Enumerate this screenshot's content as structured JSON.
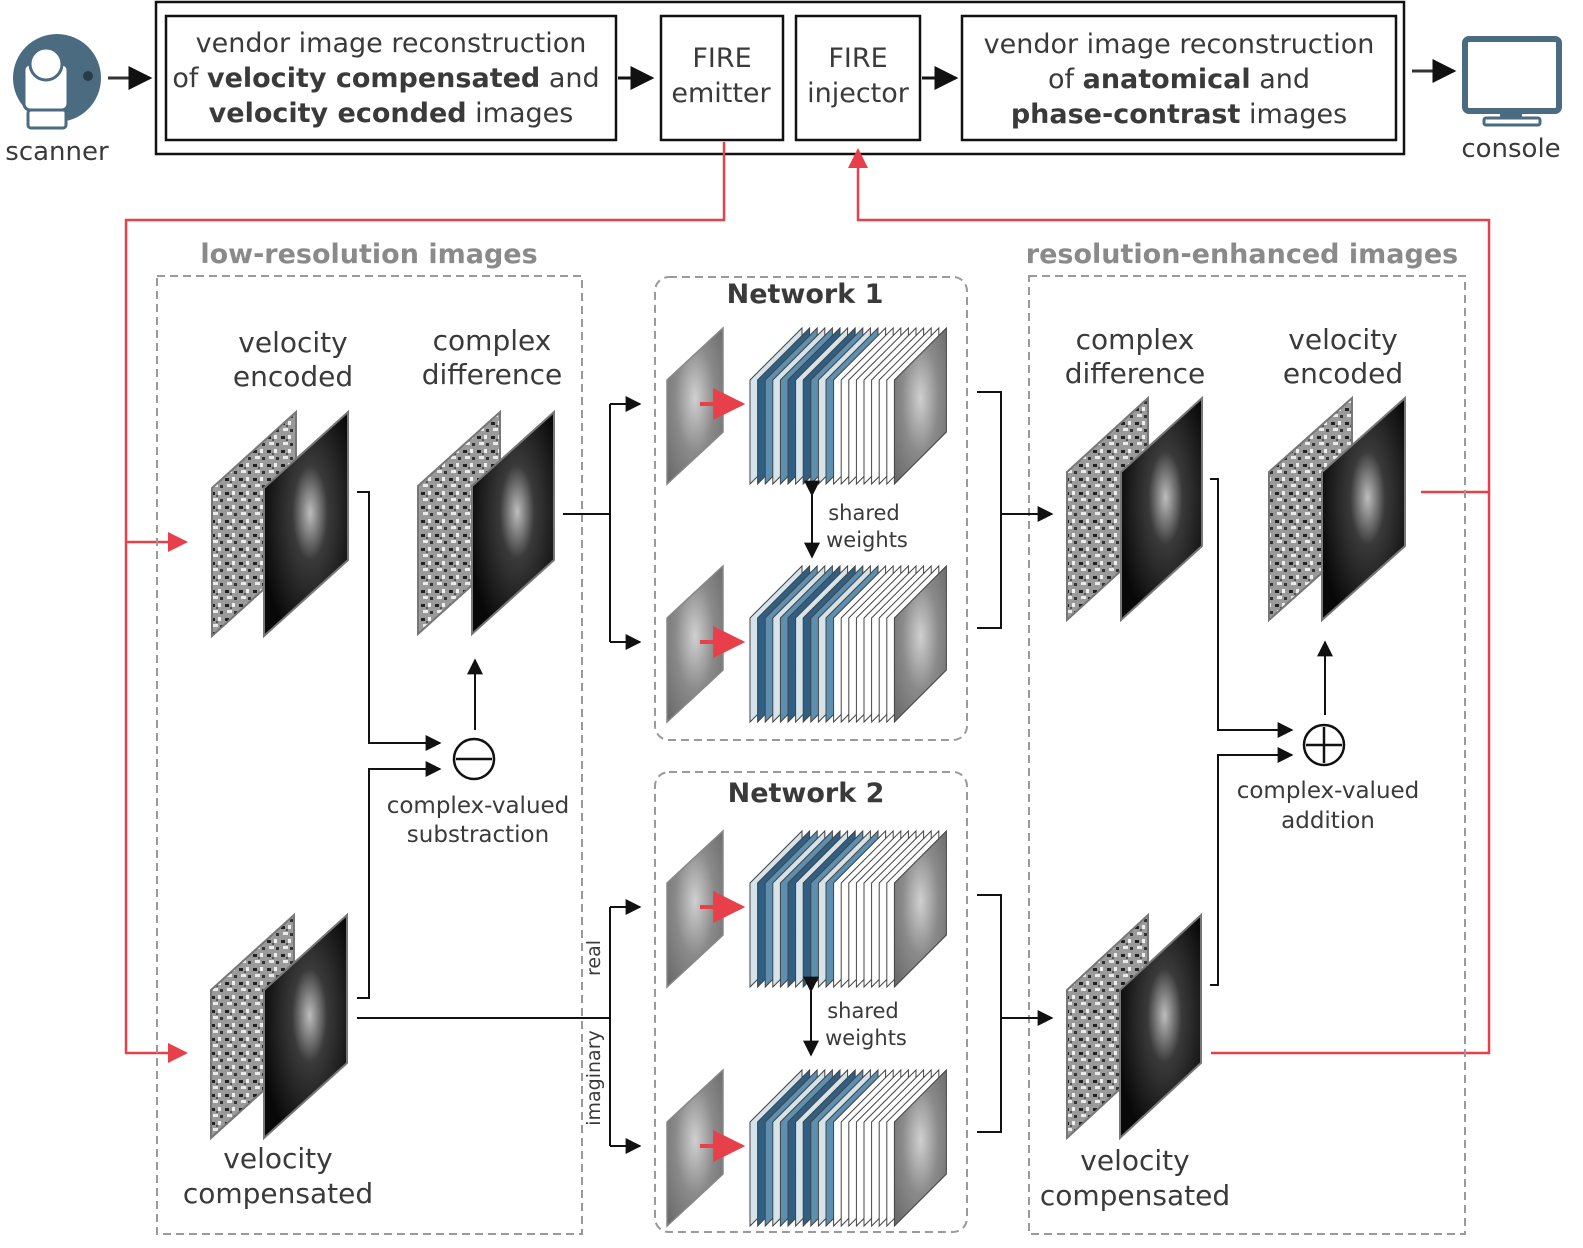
{
  "pipeline": {
    "scanner_label": "scanner",
    "console_label": "console",
    "vendor_recon_1": {
      "line1": "vendor image reconstruction",
      "line2_a": "of ",
      "line2_b": "velocity compensated",
      "line2_c": " and",
      "line3_a": "velocity econded",
      "line3_b": " images"
    },
    "fire_emitter": {
      "line1": "FIRE",
      "line2": "emitter"
    },
    "fire_injector": {
      "line1": "FIRE",
      "line2": "injector"
    },
    "vendor_recon_2": {
      "line1": "vendor image reconstruction",
      "line2_a": "of ",
      "line2_b": "anatomical",
      "line2_c": " and",
      "line3_a": "phase-contrast",
      "line3_b": " images"
    }
  },
  "low_res": {
    "title": "low-resolution images",
    "velocity_encoded": {
      "line1": "velocity",
      "line2": "encoded"
    },
    "complex_difference": {
      "line1": "complex",
      "line2": "difference"
    },
    "velocity_compensated": {
      "line1": "velocity",
      "line2": "compensated"
    },
    "subtraction": {
      "line1": "complex-valued",
      "line2": "substraction",
      "symbol": "⊖"
    }
  },
  "network1": {
    "title": "Network 1",
    "shared": {
      "line1": "shared",
      "line2": "weights"
    }
  },
  "network2": {
    "title": "Network 2",
    "shared": {
      "line1": "shared",
      "line2": "weights"
    },
    "real_label": "real",
    "imaginary_label": "imaginary"
  },
  "enhanced": {
    "title": "resolution-enhanced images",
    "complex_difference": {
      "line1": "complex",
      "line2": "difference"
    },
    "velocity_encoded": {
      "line1": "velocity",
      "line2": "encoded"
    },
    "velocity_compensated": {
      "line1": "velocity",
      "line2": "compensated"
    },
    "addition": {
      "line1": "complex-valued",
      "line2": "addition",
      "symbol": "⊕"
    }
  },
  "colors": {
    "red_path": "#e8404a",
    "layer_dark": "#2f5f84",
    "layer_mid": "#5d8fb0",
    "layer_light": "#d5e3ea",
    "dashed_border": "#9a9a9a",
    "section_title": "#8a8a8a",
    "icon": "#4a6b80"
  }
}
